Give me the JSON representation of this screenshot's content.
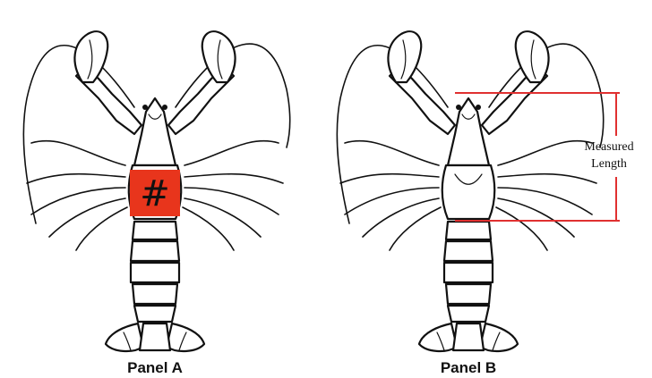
{
  "panels": [
    {
      "label": "Panel A",
      "tag_symbol": "#"
    },
    {
      "label": "Panel B",
      "measurement_label_line1": "Measured",
      "measurement_label_line2": "Length"
    }
  ],
  "colors": {
    "tag_fill": "#e8351c",
    "measure_line": "#e03030",
    "outline": "#111111"
  }
}
